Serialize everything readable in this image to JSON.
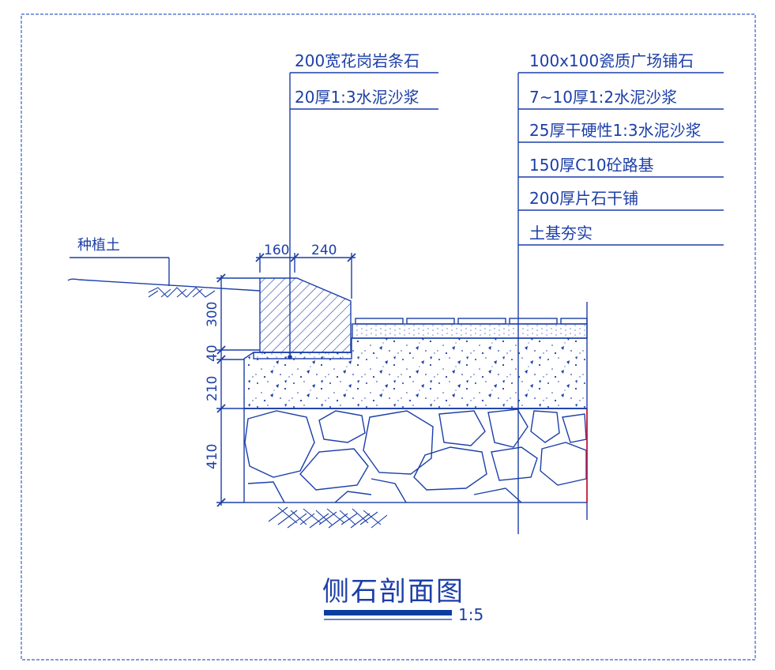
{
  "drawing": {
    "title": "侧石剖面图",
    "scale": "1:5",
    "colors": {
      "line": "#1c3fa8",
      "frame": "#3a5fcc",
      "accent_red": "#d0102a",
      "title_bar": "#0a3fa0"
    }
  },
  "labels": {
    "curb_layers": [
      "200宽花岗岩条石",
      "20厚1:3水泥沙浆"
    ],
    "paving_layers": [
      "100x100瓷质广场铺石",
      "7~10厚1:2水泥沙浆",
      "25厚干硬性1:3水泥沙浆",
      "150厚C10砼路基",
      "200厚片石干铺",
      "土基夯实"
    ],
    "planting_soil": "种植土"
  },
  "dimensions": {
    "horizontal": [
      "160",
      "240"
    ],
    "vertical": [
      "300",
      "40",
      "210",
      "410"
    ]
  }
}
